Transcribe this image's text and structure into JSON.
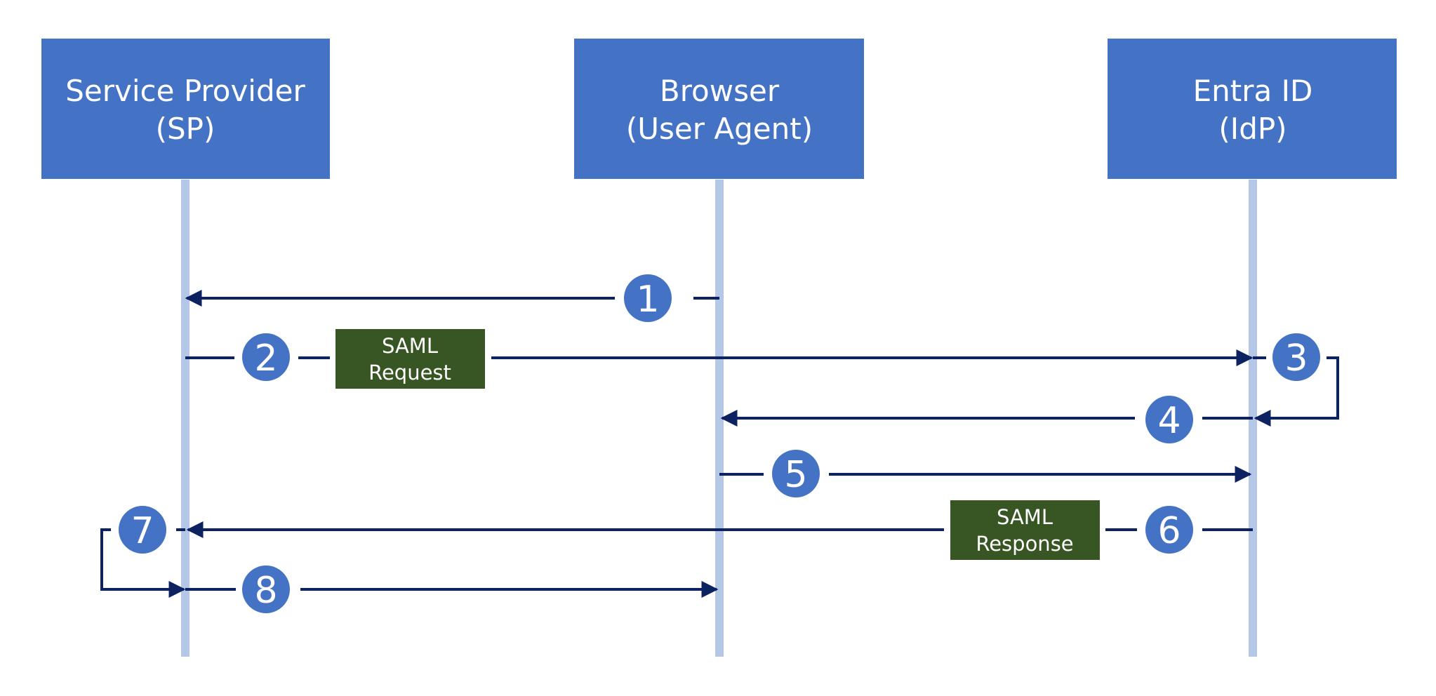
{
  "colors": {
    "actor_fill": "#4472C4",
    "lifeline": "#B4C7E7",
    "arrow": "#0D2260",
    "step_circle": "#4472C4",
    "saml_box": "#375623",
    "text": "#FFFFFF"
  },
  "actors": [
    {
      "id": "sp",
      "line1": "Service Provider",
      "line2": "(SP)"
    },
    {
      "id": "browser",
      "line1": "Browser",
      "line2": "(User Agent)"
    },
    {
      "id": "idp",
      "line1": "Entra ID",
      "line2": "(IdP)"
    }
  ],
  "steps": [
    {
      "n": "1",
      "from": "browser",
      "to": "sp",
      "label": ""
    },
    {
      "n": "2",
      "from": "sp",
      "to": "idp",
      "label": "SAML Request"
    },
    {
      "n": "3",
      "from": "idp",
      "to": "idp",
      "label": ""
    },
    {
      "n": "4",
      "from": "idp",
      "to": "browser",
      "label": ""
    },
    {
      "n": "5",
      "from": "browser",
      "to": "idp",
      "label": ""
    },
    {
      "n": "6",
      "from": "idp",
      "to": "sp",
      "label": "SAML Response"
    },
    {
      "n": "7",
      "from": "sp",
      "to": "sp",
      "label": ""
    },
    {
      "n": "8",
      "from": "sp",
      "to": "browser",
      "label": ""
    }
  ],
  "saml_labels": {
    "request_line1": "SAML",
    "request_line2": "Request",
    "response_line1": "SAML",
    "response_line2": "Response"
  }
}
